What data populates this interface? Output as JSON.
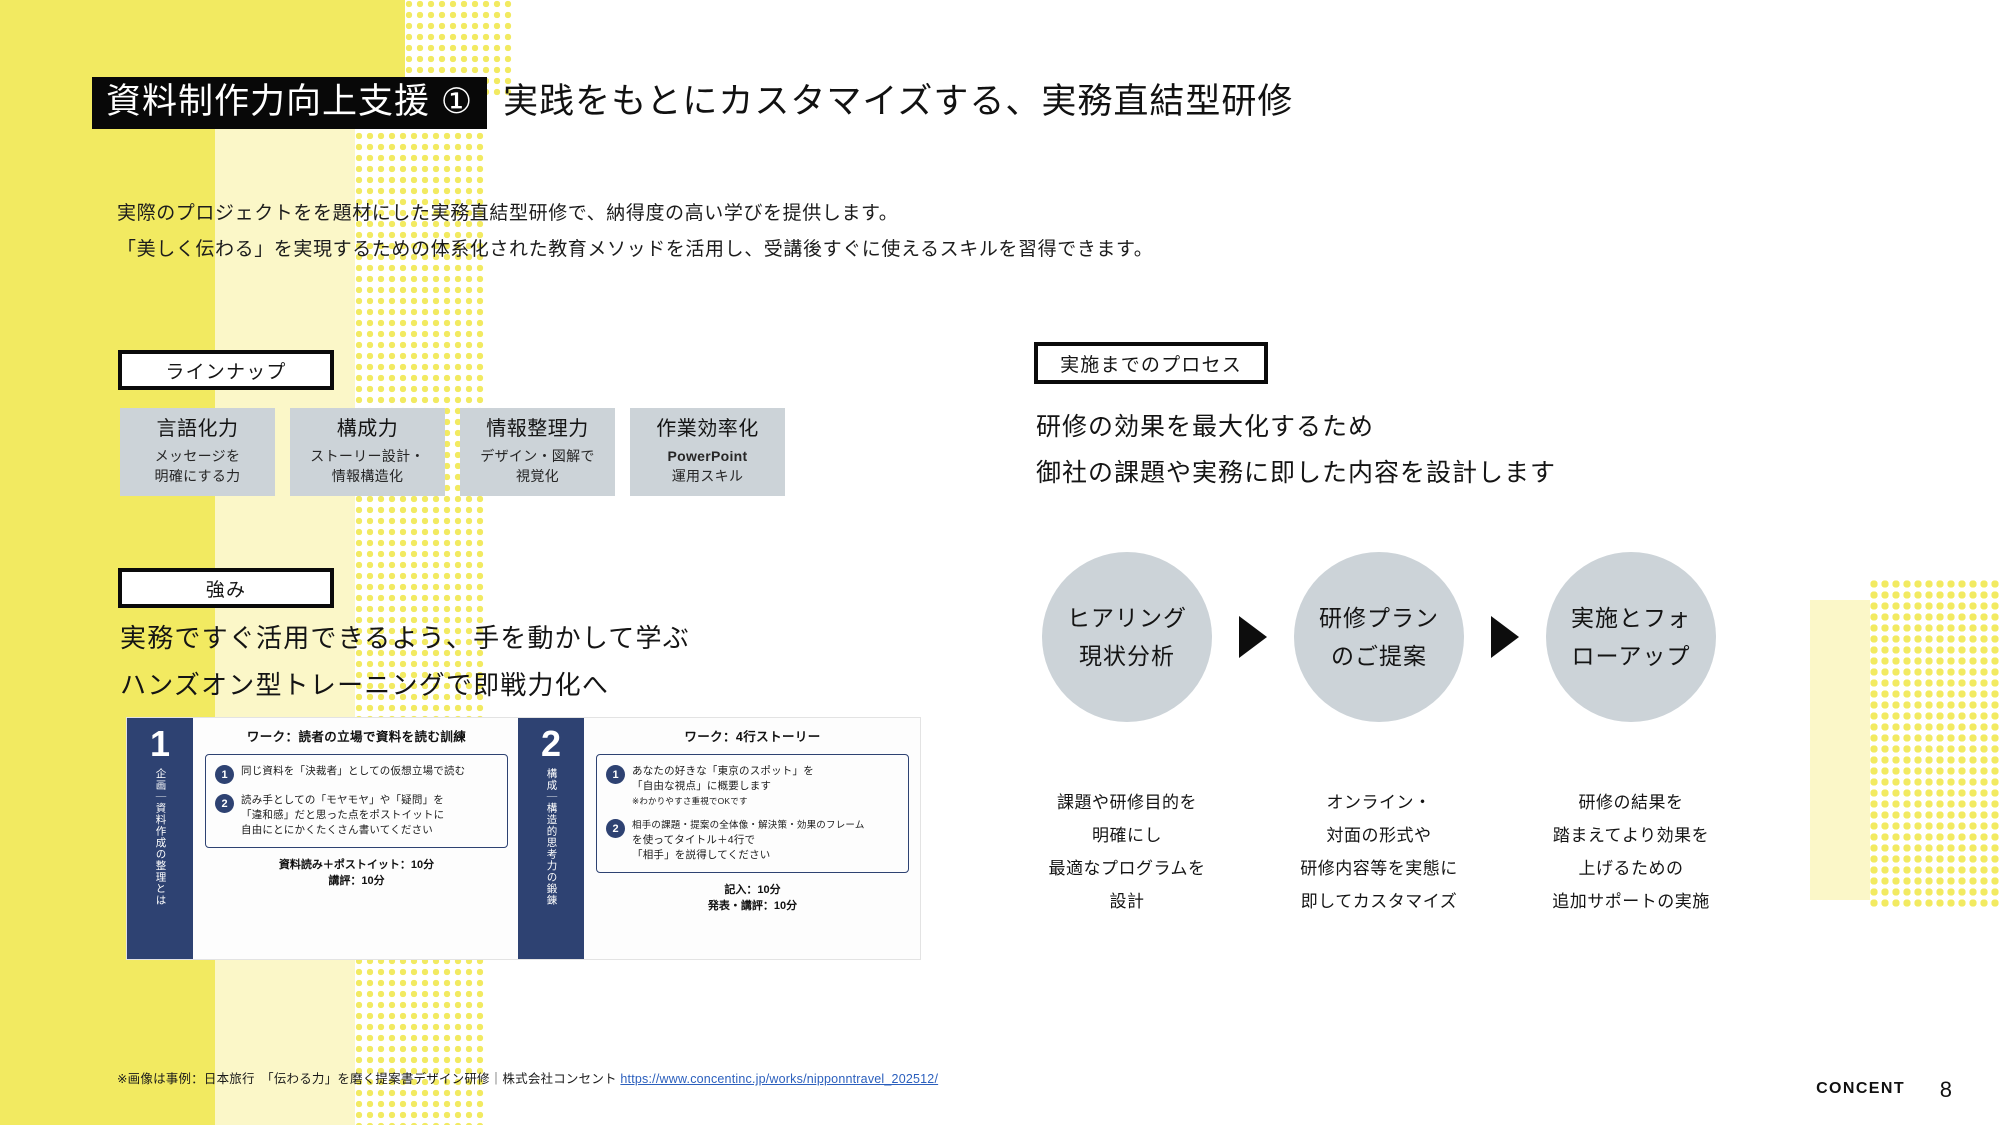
{
  "title": {
    "badge": "資料制作力向上支援 ①",
    "rest": "実践をもとにカスタマイズする、実務直結型研修"
  },
  "lead": {
    "line1": "実際のプロジェクトをを題材にした実務直結型研修で、納得度の高い学びを提供します。",
    "line2": "「美しく伝わる」を実現するための体系化された教育メソッドを活用し、受講後すぐに使えるスキルを習得できます。"
  },
  "labels": {
    "lineup": "ラインナップ",
    "strength": "強み",
    "process": "実施までのプロセス"
  },
  "lineup_cards": [
    {
      "title": "言語化力",
      "sub1": "メッセージを",
      "sub2": "明確にする力",
      "bold": false
    },
    {
      "title": "構成力",
      "sub1": "ストーリー設計・",
      "sub2": "情報構造化",
      "bold": false
    },
    {
      "title": "情報整理力",
      "sub1": "デザイン・図解で",
      "sub2": "視覚化",
      "bold": false
    },
    {
      "title": "作業効率化",
      "sub1": "PowerPoint",
      "sub2": "運用スキル",
      "bold": true
    }
  ],
  "strength": {
    "line1": "実務ですぐ活用できるよう、手を動かして学ぶ",
    "line2": "ハンズオン型トレーニングで即戦力化へ"
  },
  "example_image": {
    "panel1": {
      "number": "1",
      "vertical": "企画｜資料作成の整理とは",
      "heading": "ワーク：読者の立場で資料を読む訓練",
      "items": [
        {
          "n": "1",
          "lines": [
            "同じ資料を「決裁者」としての仮想立場で読む"
          ]
        },
        {
          "n": "2",
          "lines": [
            "読み手としての「モヤモヤ」や「疑問」を",
            "「違和感」だと思った点をポストイットに",
            "自由にとにかくたくさん書いてください"
          ]
        }
      ],
      "foot1": "資料読み＋ポストイット：10分",
      "foot2": "講評：10分"
    },
    "panel2": {
      "number": "2",
      "vertical": "構成｜構造的思考力の鍛錬",
      "heading": "ワーク：4行ストーリー",
      "items": [
        {
          "n": "1",
          "lines": [
            "あなたの好きな「東京のスポット」を",
            "「自由な視点」に概要します",
            "※わかりやすさ重視でOKです"
          ]
        },
        {
          "n": "2",
          "lines": [
            "相手の課題・提案の全体像・解決策・効果のフレーム",
            "を使ってタイトル＋4行で",
            "「相手」を説得してください"
          ]
        }
      ],
      "foot1": "記入：10分",
      "foot2": "発表・講評：10分"
    }
  },
  "process": {
    "line1": "研修の効果を最大化するため",
    "line2": "御社の課題や実務に即した内容を設計します",
    "steps": [
      {
        "circle": "ヒアリング現状分析",
        "caption": [
          "課題や研修目的を",
          "明確にし",
          "最適なプログラムを",
          "設計"
        ]
      },
      {
        "circle": "研修プランのご提案",
        "caption": [
          "オンライン・",
          "対面の形式や",
          "研修内容等を実態に",
          "即してカスタマイズ"
        ]
      },
      {
        "circle": "実施とフォローアップ",
        "caption": [
          "研修の結果を",
          "踏まえてより効果を",
          "上げるための",
          "追加サポートの実施"
        ]
      }
    ]
  },
  "footnote": {
    "text": "※画像は事例：日本旅行　「伝わる力」を磨く提案書デザイン研修｜株式会社コンセント ",
    "link": "https://www.concentinc.jp/works/nipponntravel_202512/"
  },
  "footer": {
    "brand": "CONCENT",
    "page": "8"
  },
  "colors": {
    "yellow": "#f2ea61",
    "pale_yellow": "#fbf7c8",
    "card_gray": "#ccd3d8",
    "ink": "#111111",
    "example_navy": "#2e4272",
    "link": "#2b5fbd"
  }
}
